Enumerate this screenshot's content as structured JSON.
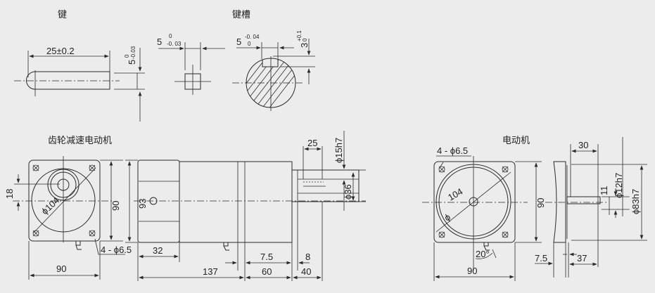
{
  "titles": {
    "key": "键",
    "keyway": "键槽",
    "gear_motor": "齿轮减速电动机",
    "motor": "电动机"
  },
  "key": {
    "length": "25±0.2",
    "width": "5",
    "width_tol_upper": "0",
    "width_tol_lower": "-0.03"
  },
  "key_section": {
    "width": "5",
    "tol_upper": "0",
    "tol_lower": "-0. 03"
  },
  "keyway": {
    "width": "5",
    "tol_upper": "-0. 04",
    "tol_lower": "0",
    "depth": "3",
    "depth_tol_upper": "+0.1",
    "depth_tol_lower": "0"
  },
  "gear_motor": {
    "front": {
      "offset": "18",
      "height": "90",
      "width": "90",
      "pcd": "ϕ104",
      "holes": "4 - ϕ6.5"
    },
    "side": {
      "height": "93",
      "gearbox_len": "32",
      "total_len": "137",
      "motor_len": "60",
      "shaft_len": "40",
      "gap": "7.5",
      "spigot": "8",
      "key_len": "25",
      "shaft_dia": "ϕ15h7",
      "pilot_dia": "ϕ36"
    }
  },
  "motor": {
    "front": {
      "holes": "4 - ϕ6.5",
      "pcd": "104",
      "pcd_symbol": "ϕ",
      "height": "90",
      "width": "90",
      "angle": "20°"
    },
    "side": {
      "shaft_len": "30",
      "flat": "11",
      "shaft_dia": "ϕ12h7",
      "pilot_dia": "ϕ83h7",
      "flange": "7.5",
      "length": "37"
    }
  }
}
